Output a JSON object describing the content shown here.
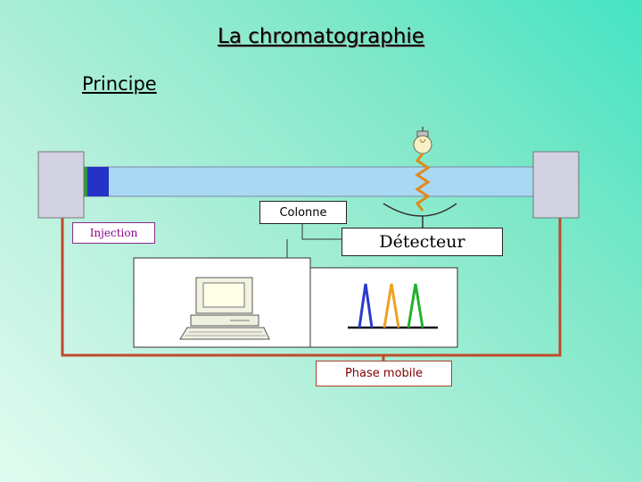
{
  "title": "La chromatographie",
  "subtitle": "Principe",
  "labels": {
    "colonne": "Colonne",
    "injection": "Injection",
    "detecteur": "Détecteur",
    "phase_mobile": "Phase mobile"
  },
  "icons": {
    "lamp": "light-bulb-icon",
    "computer": "computer-icon"
  },
  "colors": {
    "column": "#a9d8f5",
    "injection_plug": "#2432c8",
    "end_blocks": "#d2d2e2",
    "tubing": "#c04a2a",
    "light_zigzag": "#e08a1a",
    "peak_blue": "#2a3ad0",
    "peak_orange": "#f0a020",
    "peak_green": "#22b22a"
  }
}
